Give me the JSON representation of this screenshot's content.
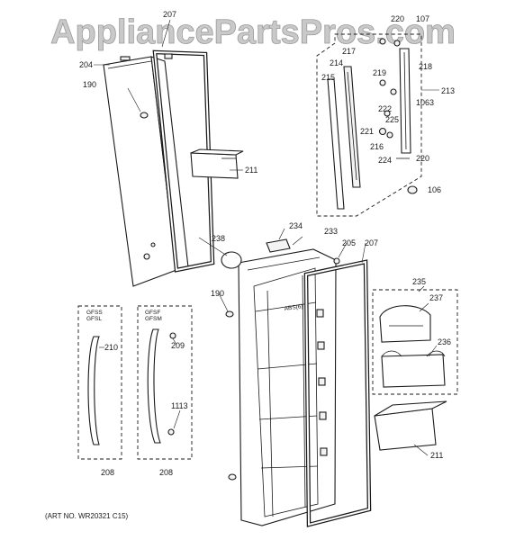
{
  "watermark": "AppliancePartsPros.com",
  "art_number": "(ART NO. WR20321 C15)",
  "callouts": {
    "p207_top": "207",
    "p204": "204",
    "p190_top": "190",
    "p211_top": "211",
    "p220_top": "220",
    "p107": "107",
    "p217": "217",
    "p214": "214",
    "p215": "215",
    "p218": "218",
    "p219": "219",
    "p213": "213",
    "p1063": "1063",
    "p222": "222",
    "p225": "225",
    "p221": "221",
    "p216": "216",
    "p224": "224",
    "p220_mid": "220",
    "p106": "106",
    "p234": "234",
    "p238": "238",
    "p233": "233",
    "p205": "205",
    "p207_mid": "207",
    "p235": "235",
    "p237": "237",
    "p236": "236",
    "p190_mid": "190",
    "p210": "210",
    "p209": "209",
    "p1113": "1113",
    "p208_left": "208",
    "p208_right": "208",
    "p211_bot": "211"
  },
  "handle_models": {
    "left_line1": "GFSS",
    "left_line2": "GFSL",
    "right_line1": "GFSF",
    "right_line2": "GFSM"
  },
  "door_inner_text": "ABS(6)"
}
